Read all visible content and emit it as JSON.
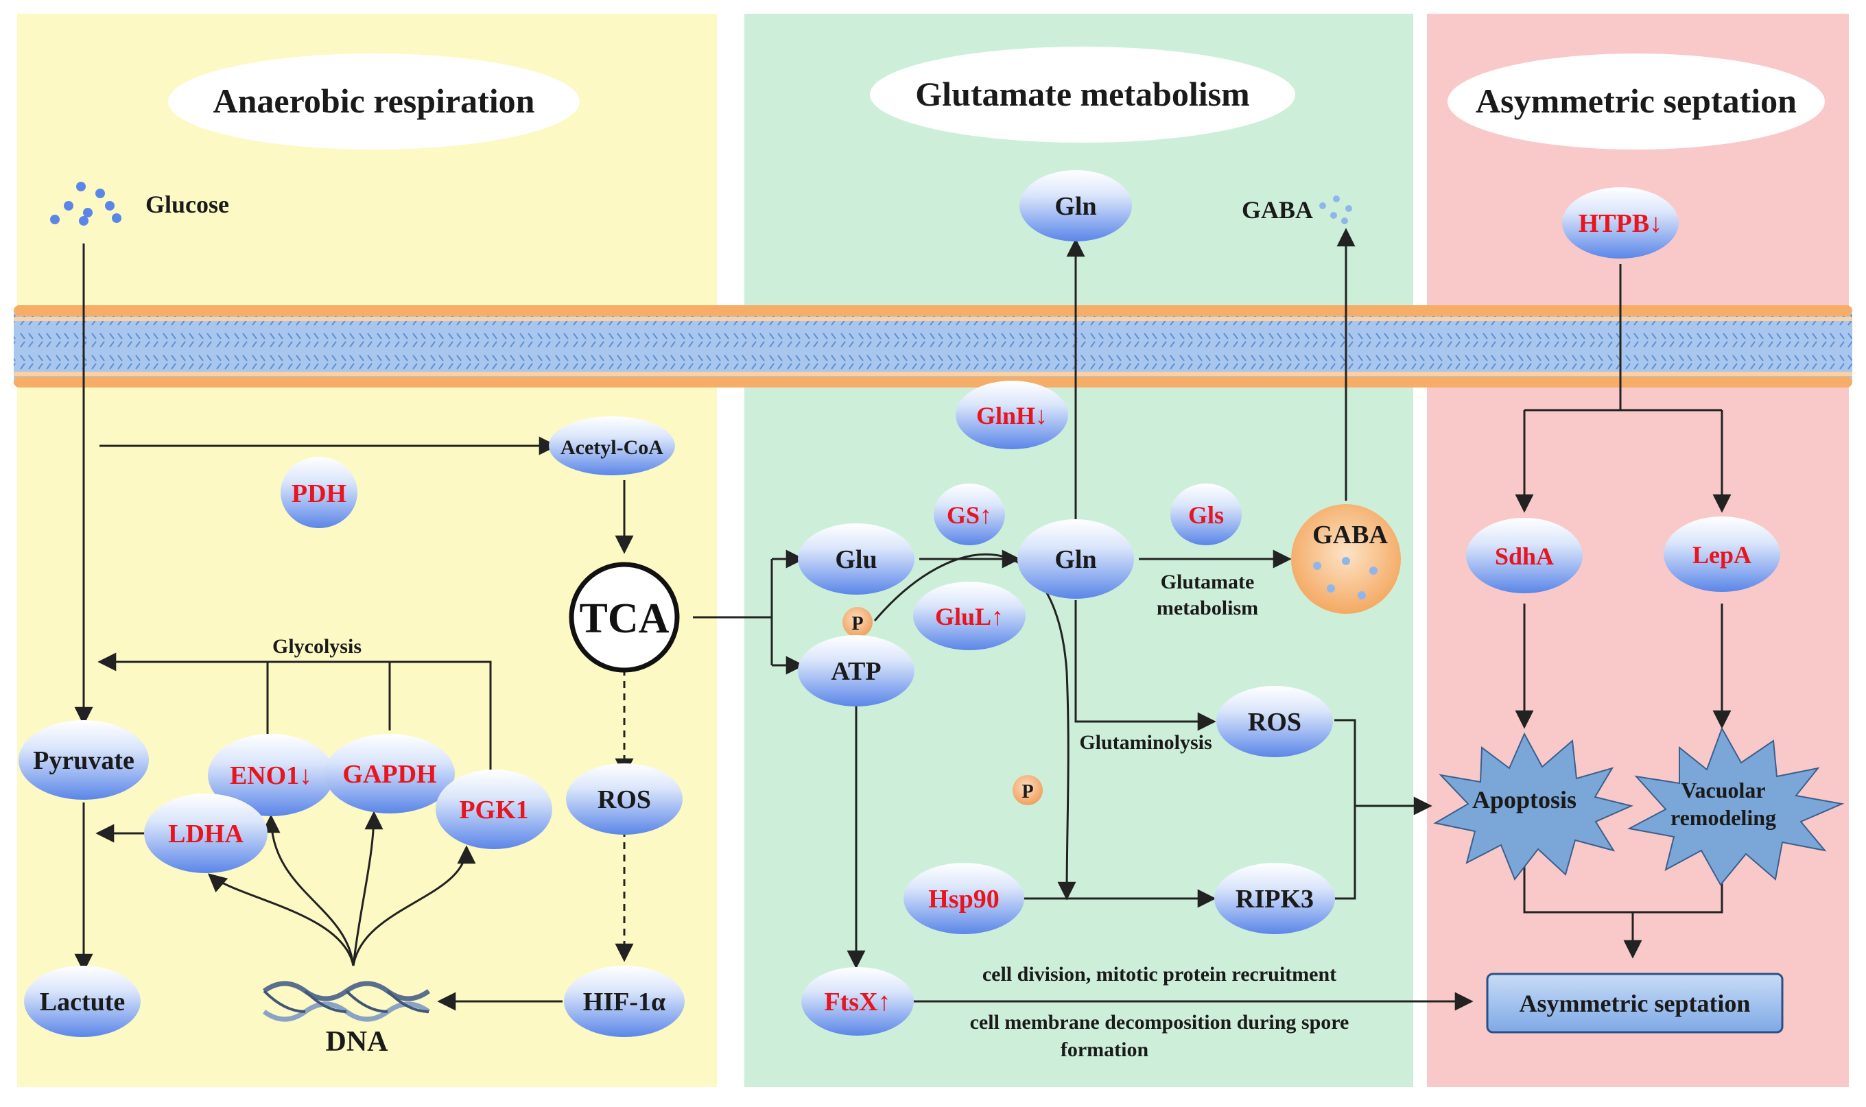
{
  "panels": {
    "left": {
      "title": "Anaerobic respiration",
      "color": "#fdf9c4"
    },
    "middle": {
      "title": "Glutamate metabolism",
      "color": "#cdefd9"
    },
    "right": {
      "title": "Asymmetric septation",
      "color": "#f9c9c9"
    }
  },
  "colors": {
    "red_label": "#e8141e",
    "dark_label": "#1a1a1a",
    "ellipse_top": "#ffffff",
    "ellipse_bottom": "#5b86e8",
    "membrane_orange": "#f6ad67",
    "membrane_blue": "#a9c7ee",
    "star_fill": "#7aa6d8",
    "sep_box": "#8eb5e8"
  },
  "labels": {
    "glucose": "Glucose",
    "acetyl_coa": "Acetyl-CoA",
    "pdh": "PDH",
    "tca": "TCA",
    "glycolysis": "Glycolysis",
    "pyruvate": "Pyruvate",
    "eno1": "ENO1↓",
    "gapdh": "GAPDH",
    "pgk1": "PGK1",
    "ldha": "LDHA",
    "ros_left": "ROS",
    "lactute": "Lactute",
    "dna": "DNA",
    "hif1a": "HIF-1α",
    "gln_top": "Gln",
    "gaba_top": "GABA",
    "glnh": "GlnH↓",
    "gs": "GS↑",
    "gls": "Gls",
    "glu": "Glu",
    "gln_mid": "Gln",
    "gaba_ball": "GABA",
    "glutamate_metabolism": [
      "Glutamate",
      "metabolism"
    ],
    "p1": "P",
    "p2": "P",
    "glul": "GluL↑",
    "atp": "ATP",
    "ros_mid": "ROS",
    "glutaminolysis": "Glutaminolysis",
    "hsp90": "Hsp90",
    "ripk3": "RIPK3",
    "ftsx": "FtsX↑",
    "cell_division": "cell division, mitotic protein recruitment",
    "cell_membrane": [
      "cell membrane decomposition during spore",
      "formation"
    ],
    "htpb": "HTPB↓",
    "sdha": "SdhA",
    "lepa": "LepA",
    "apoptosis": "Apoptosis",
    "vacuolar": [
      "Vacuolar",
      "remodeling"
    ],
    "asymmetric_septation": "Asymmetric septation"
  }
}
